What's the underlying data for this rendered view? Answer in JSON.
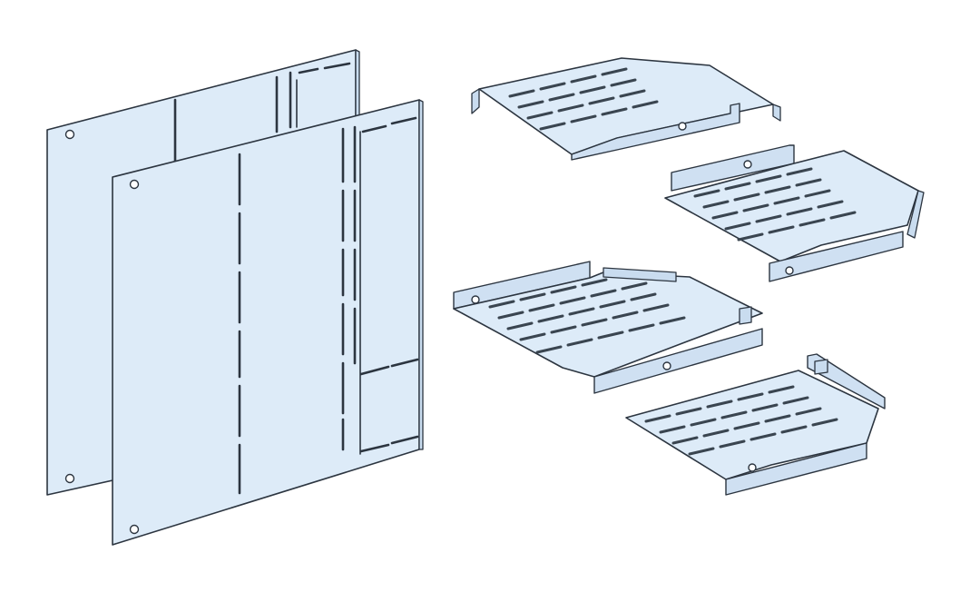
{
  "image": {
    "subject": "mounting-plates-and-perforated-trays",
    "colors": {
      "background": "#ffffff",
      "metal_light": "#ddebf8",
      "metal_shade": "#c9dcef",
      "outline": "#2c3540"
    },
    "parts": [
      {
        "name": "back-mounting-plate"
      },
      {
        "name": "front-mounting-plate"
      },
      {
        "name": "tray-top"
      },
      {
        "name": "tray-second"
      },
      {
        "name": "tray-third"
      },
      {
        "name": "tray-bottom"
      }
    ]
  }
}
